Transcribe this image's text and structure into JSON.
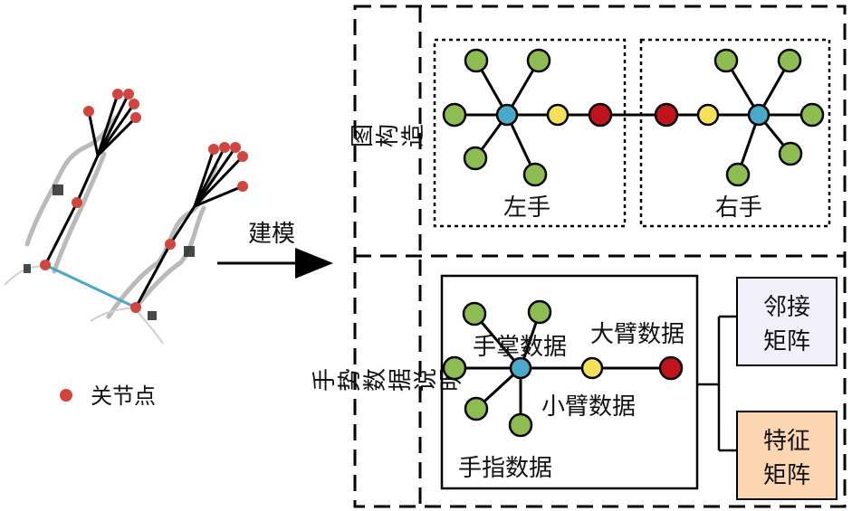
{
  "colors": {
    "green": "#8dbd52",
    "blue": "#4aa8c8",
    "yellow": "#f5e05a",
    "red": "#c0141c",
    "joint": "#d0453d",
    "link": "#4aa8c8",
    "adjacency_fill": "#f2f0fb",
    "feature_fill": "#fbd6b0"
  },
  "left_panel": {
    "legend_label": "关节点",
    "arrow_label": "建模"
  },
  "graph_section": {
    "title": "图构造",
    "left_hand_label": "左手",
    "right_hand_label": "右手"
  },
  "gesture_section": {
    "title": "手势数据说明",
    "palm_label": "手掌数据",
    "upper_arm_label": "大臂数据",
    "forearm_label": "小臂数据",
    "finger_label": "手指数据",
    "adjacency_matrix_label": [
      "邻接",
      "矩阵"
    ],
    "feature_matrix_label": [
      "特征",
      "矩阵"
    ]
  }
}
